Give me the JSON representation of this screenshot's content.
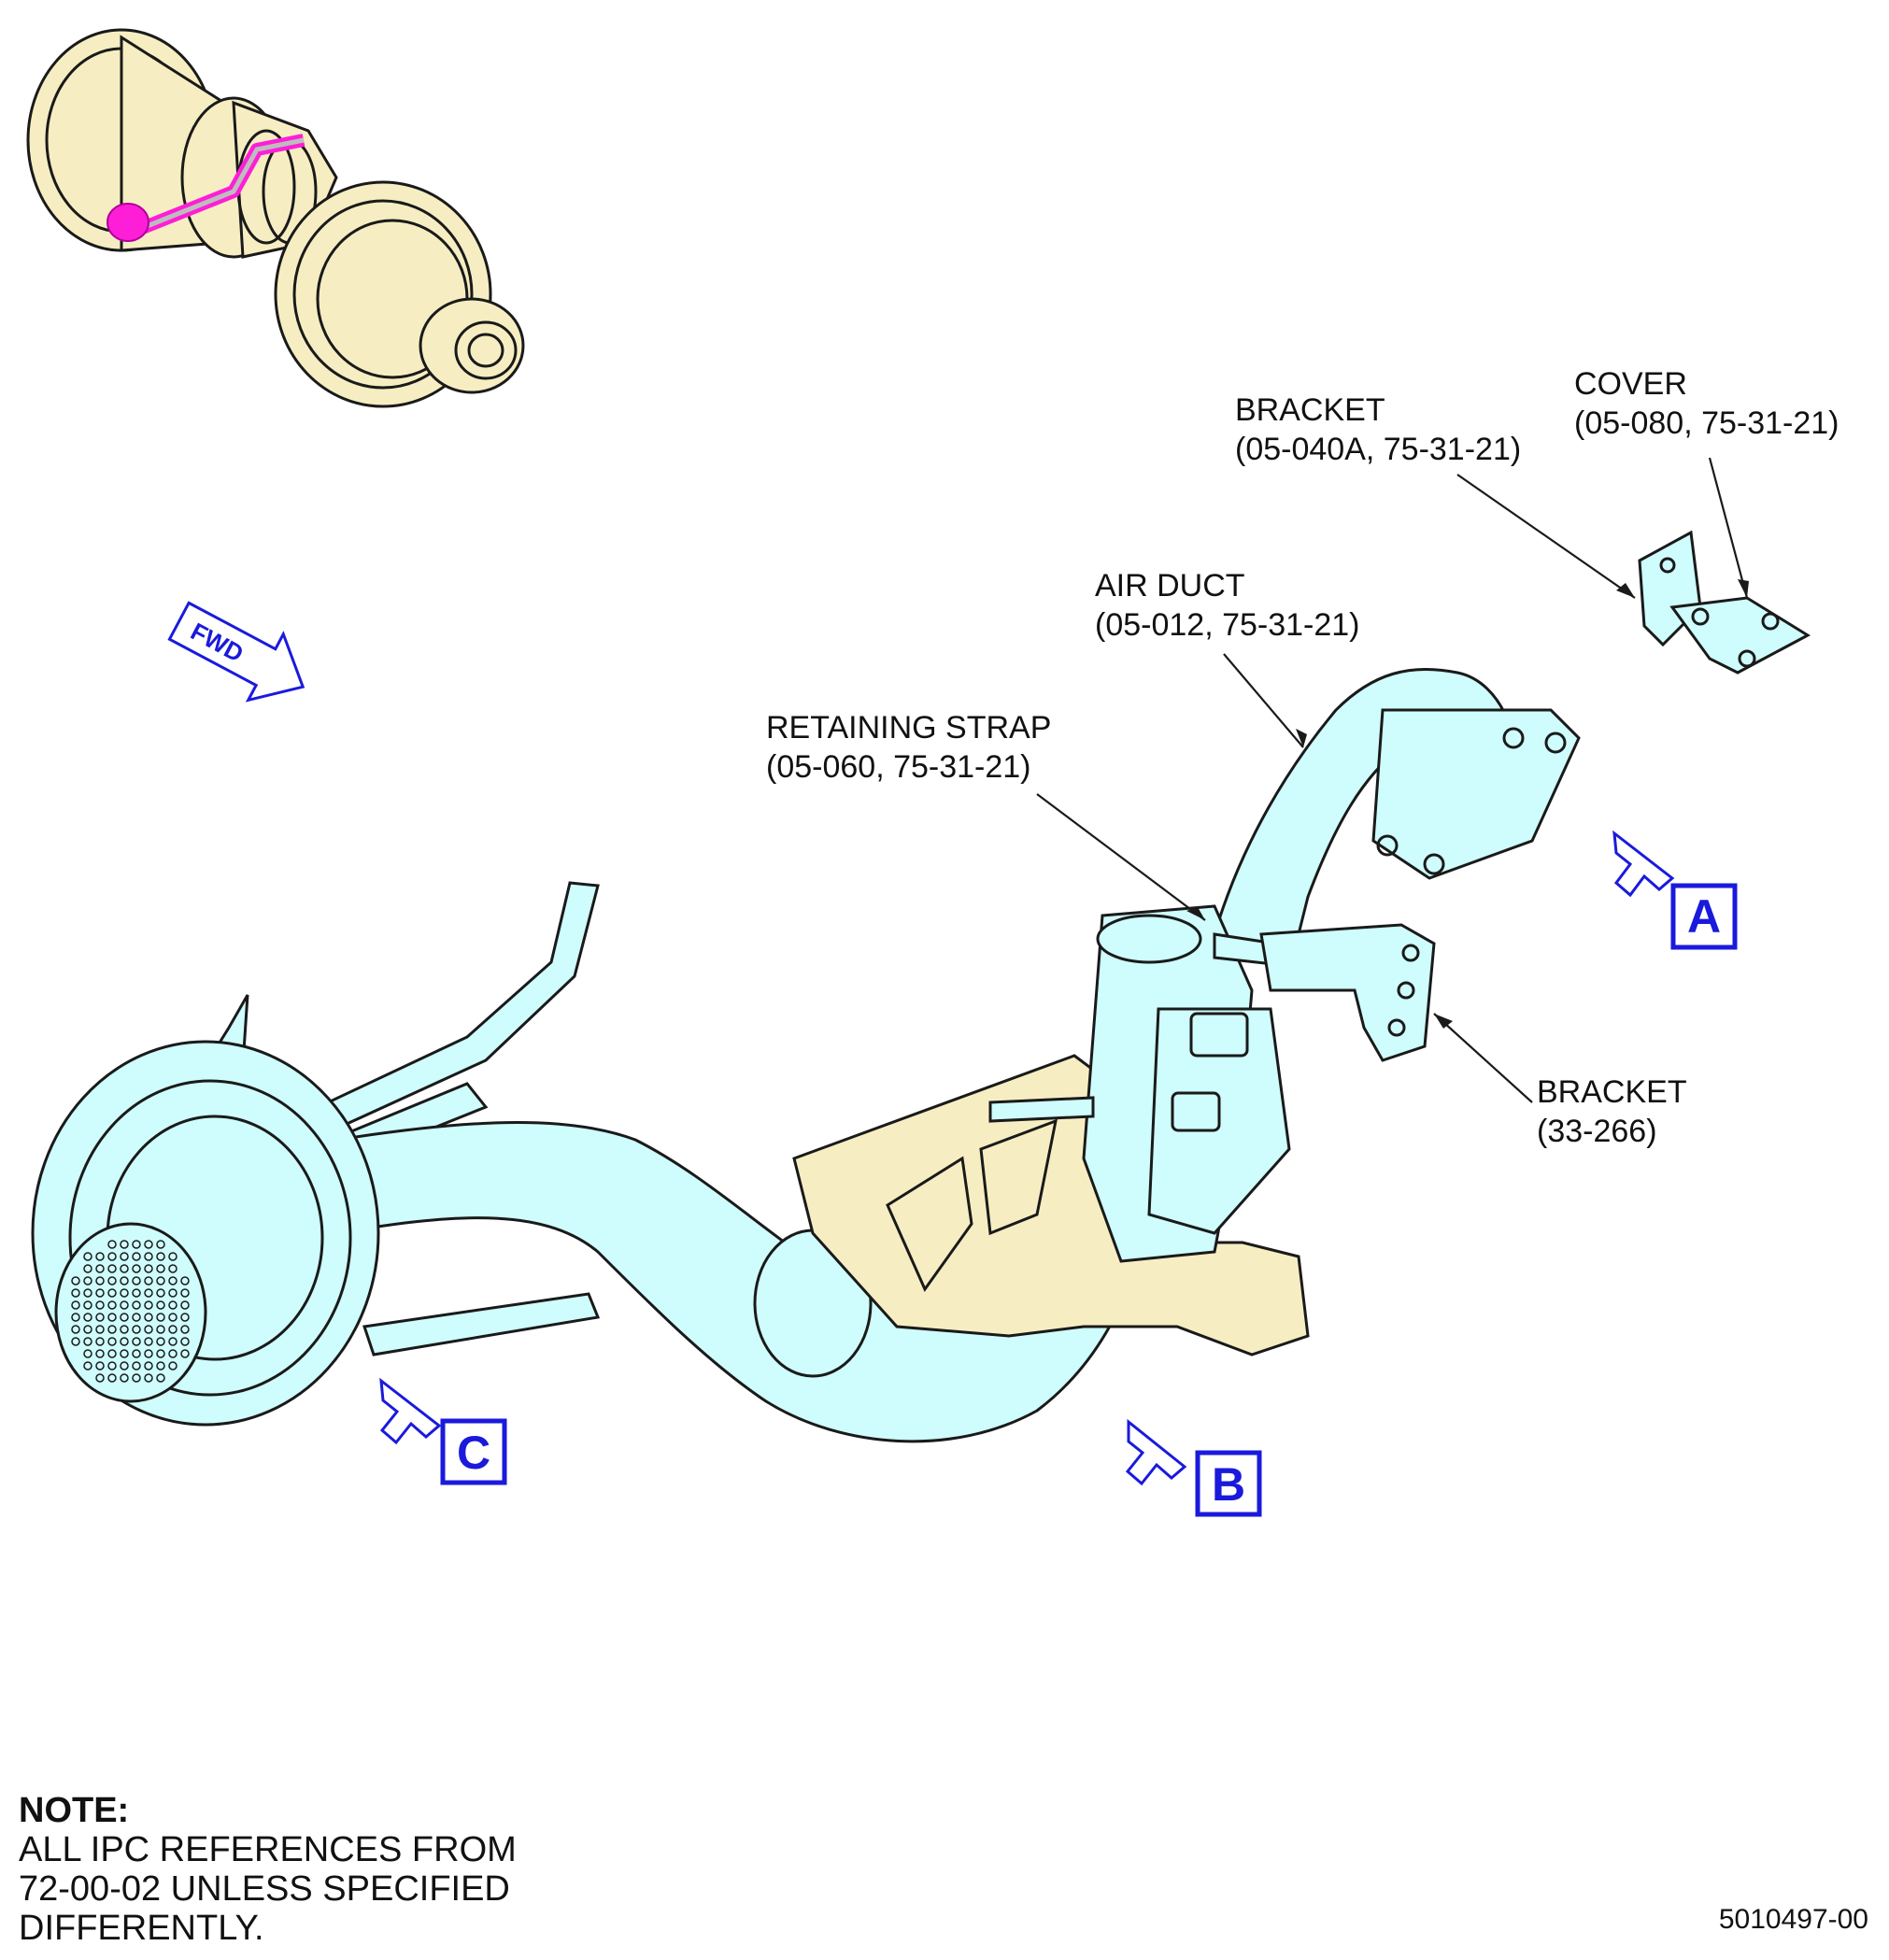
{
  "colors": {
    "duct_fill": "#cffcfc",
    "engine_fill": "#f6eec2",
    "highlight": "#ff1ed8",
    "view_marker": "#1a1adc",
    "ink": "#1a1a1a"
  },
  "orientation": {
    "label": "FWD",
    "icon": "fwd-arrow-icon"
  },
  "callouts": {
    "cover": {
      "name": "COVER",
      "ref": "(05-080,  75-31-21)"
    },
    "bracket_upper": {
      "name": "BRACKET",
      "ref": "(05-040A, 75-31-21)"
    },
    "air_duct": {
      "name": "AIR DUCT",
      "ref": "(05-012, 75-31-21)"
    },
    "retaining_strap": {
      "name": "RETAINING STRAP",
      "ref": "(05-060, 75-31-21)"
    },
    "bracket_lower": {
      "name": "BRACKET",
      "ref": "(33-266)"
    }
  },
  "view_markers": {
    "a": "A",
    "b": "B",
    "c": "C"
  },
  "note": {
    "heading": "NOTE:",
    "lines": [
      "ALL IPC REFERENCES FROM",
      "72-00-02 UNLESS SPECIFIED",
      "DIFFERENTLY."
    ]
  },
  "figure_id": "5010497-00"
}
